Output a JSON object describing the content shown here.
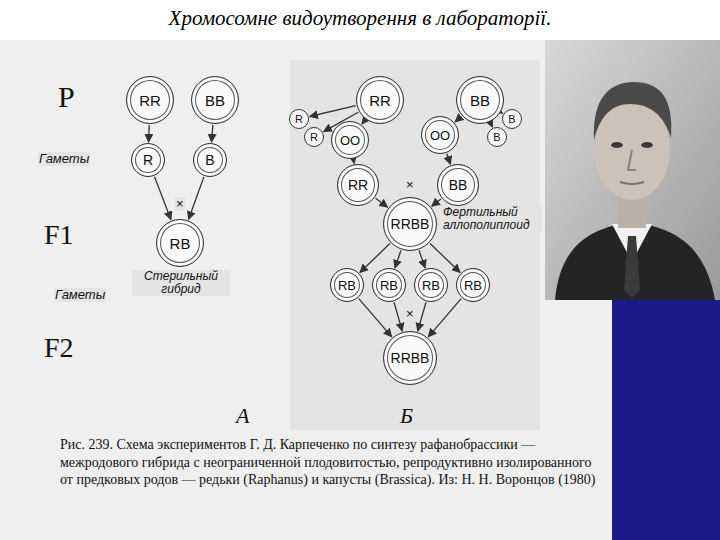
{
  "diagram": {
    "title": "Хромосомне видоутворення в лабораторії.",
    "caption": "Рис. 239. Схема экспериментов Г. Д. Карпеченко по синтезу рафанобрассики — межродового гибрида с неограниченной плодовитостью, репродуктивно изолированного от предковых родов — редьки (Raphanus) и капусты (Brassica). Из: Н. Н. Воронцов (1980)",
    "nodes": [
      {
        "text": [
          "RR"
        ]
      },
      {
        "text": [
          "BB"
        ]
      },
      {
        "text": [
          "RR"
        ]
      },
      {
        "text": [
          "BB"
        ]
      },
      {
        "text": [
          "R"
        ]
      },
      {
        "text": [
          "B"
        ]
      },
      {
        "text": [
          "R"
        ]
      },
      {
        "text": [
          "R"
        ]
      },
      {
        "text": [
          "OO"
        ]
      },
      {
        "text": [
          "OO"
        ]
      },
      {
        "text": [
          "B"
        ]
      },
      {
        "text": [
          "B"
        ]
      },
      {
        "text": [
          "RR"
        ]
      },
      {
        "text": [
          "BB"
        ]
      },
      {
        "text": [
          "RB"
        ]
      },
      {
        "text": [
          "RRBB"
        ]
      },
      {
        "text": [
          "RB"
        ]
      },
      {
        "text": [
          "RB"
        ]
      },
      {
        "text": [
          "RB"
        ]
      },
      {
        "text": [
          "RB"
        ]
      },
      {
        "text": [
          "RRBB"
        ]
      }
    ],
    "edges": [
      {
        "from": 0,
        "to": 4,
        "arrow": "to"
      },
      {
        "from": 1,
        "to": 5,
        "arrow": "to"
      },
      {
        "from": 4,
        "to": 14,
        "arrow": "to"
      },
      {
        "from": 5,
        "to": 14,
        "arrow": "to"
      },
      {
        "from": 2,
        "to": 6,
        "arrow": "to"
      },
      {
        "from": 2,
        "to": 7,
        "arrow": "to"
      },
      {
        "from": 2,
        "to": 8,
        "arrow": "to"
      },
      {
        "from": 3,
        "to": 9,
        "arrow": "to"
      },
      {
        "from": 3,
        "to": 10,
        "arrow": "to"
      },
      {
        "from": 3,
        "to": 11,
        "arrow": "to"
      },
      {
        "from": 8,
        "to": 12,
        "arrow": "to"
      },
      {
        "from": 9,
        "to": 13,
        "arrow": "to"
      },
      {
        "from": 12,
        "to": 15,
        "arrow": "to"
      },
      {
        "from": 13,
        "to": 15,
        "arrow": "to"
      },
      {
        "from": 15,
        "to": 16,
        "arrow": "to"
      },
      {
        "from": 15,
        "to": 17,
        "arrow": "to"
      },
      {
        "from": 15,
        "to": 18,
        "arrow": "to"
      },
      {
        "from": 15,
        "to": 19,
        "arrow": "to"
      },
      {
        "from": 16,
        "to": 20,
        "arrow": "to"
      },
      {
        "from": 17,
        "to": 20,
        "arrow": "to"
      },
      {
        "from": 18,
        "to": 20,
        "arrow": "to"
      },
      {
        "from": 19,
        "to": 20,
        "arrow": "to"
      }
    ],
    "labels": [
      "P",
      "Гаметы",
      "F1",
      "Стерильный гибрид",
      "Гаметы",
      "F2",
      "А",
      "Б",
      "×",
      "×",
      "×",
      "Фертильный аллополиплоид"
    ]
  }
}
